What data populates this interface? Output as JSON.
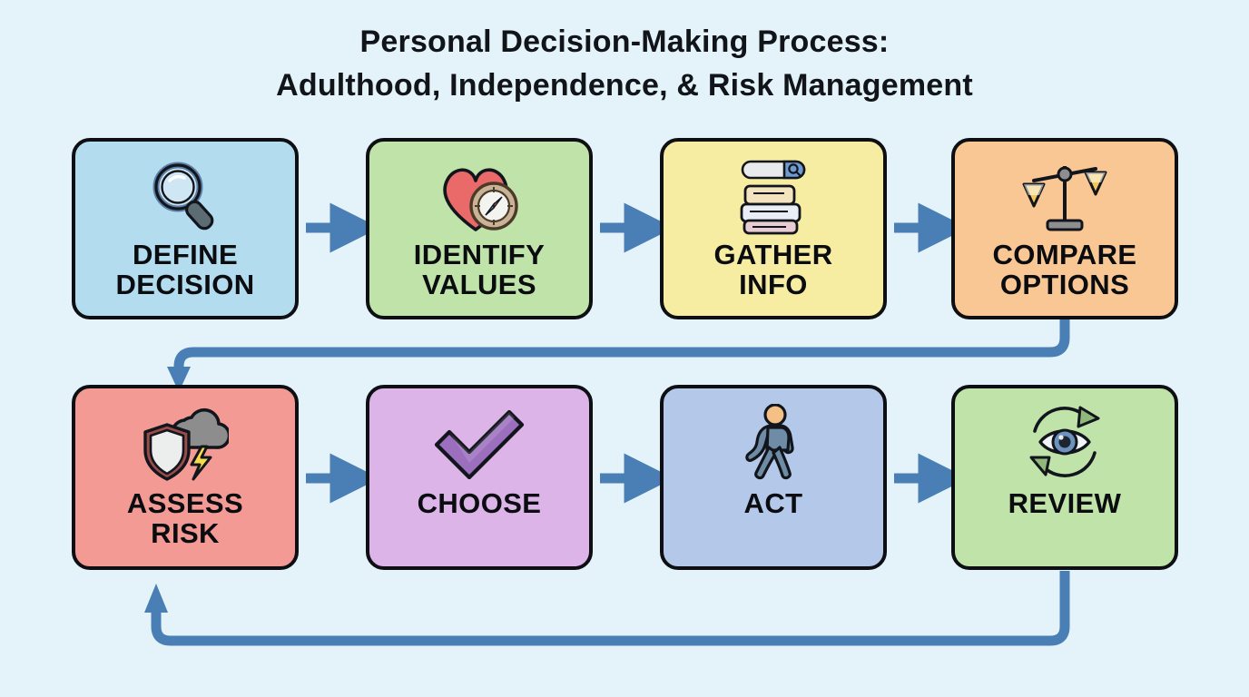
{
  "diagram": {
    "title": "Personal Decision-Making Process:\nAdulthood, Independence, & Risk Management",
    "background_color": "#e4f2fa",
    "arrow_color": "#4a7fb5",
    "border_color": "#0d0f13",
    "text_color": "#0a0c10"
  },
  "steps": [
    {
      "id": "define-decision",
      "order": 1,
      "label": "DEFINE\nDECISION",
      "icon": "magnifying-glass-icon",
      "fill": "#b3dcef",
      "row": 1,
      "col": 1
    },
    {
      "id": "identify-values",
      "order": 2,
      "label": "IDENTIFY\nVALUES",
      "icon": "heart-compass-icon",
      "fill": "#bfe3a8",
      "row": 1,
      "col": 2
    },
    {
      "id": "gather-info",
      "order": 3,
      "label": "GATHER\nINFO",
      "icon": "books-search-icon",
      "fill": "#f7eda2",
      "row": 1,
      "col": 3
    },
    {
      "id": "compare-options",
      "order": 4,
      "label": "COMPARE\nOPTIONS",
      "icon": "balance-scales-icon",
      "fill": "#f9c794",
      "row": 1,
      "col": 4
    },
    {
      "id": "assess-risk",
      "order": 5,
      "label": "ASSESS\nRISK",
      "icon": "shield-storm-icon",
      "fill": "#f49a94",
      "row": 2,
      "col": 1
    },
    {
      "id": "choose",
      "order": 6,
      "label": "CHOOSE",
      "icon": "checkmark-icon",
      "fill": "#dcb4e8",
      "row": 2,
      "col": 2
    },
    {
      "id": "act",
      "order": 7,
      "label": "ACT",
      "icon": "walking-person-icon",
      "fill": "#b4c9ea",
      "row": 2,
      "col": 3
    },
    {
      "id": "review",
      "order": 8,
      "label": "REVIEW",
      "icon": "eye-refresh-icon",
      "fill": "#bfe3a8",
      "row": 2,
      "col": 4
    }
  ],
  "connectors": [
    {
      "id": "c1",
      "from": "define-decision",
      "to": "identify-values",
      "kind": "straight-right"
    },
    {
      "id": "c2",
      "from": "identify-values",
      "to": "gather-info",
      "kind": "straight-right"
    },
    {
      "id": "c3",
      "from": "gather-info",
      "to": "compare-options",
      "kind": "straight-right"
    },
    {
      "id": "c4",
      "from": "compare-options",
      "to": "assess-risk",
      "kind": "wrap-down-left"
    },
    {
      "id": "c5",
      "from": "assess-risk",
      "to": "choose",
      "kind": "straight-right"
    },
    {
      "id": "c6",
      "from": "choose",
      "to": "act",
      "kind": "straight-right"
    },
    {
      "id": "c7",
      "from": "act",
      "to": "review",
      "kind": "straight-right"
    },
    {
      "id": "c8",
      "from": "review",
      "to": "assess-risk",
      "kind": "feedback-loop-bottom"
    }
  ]
}
